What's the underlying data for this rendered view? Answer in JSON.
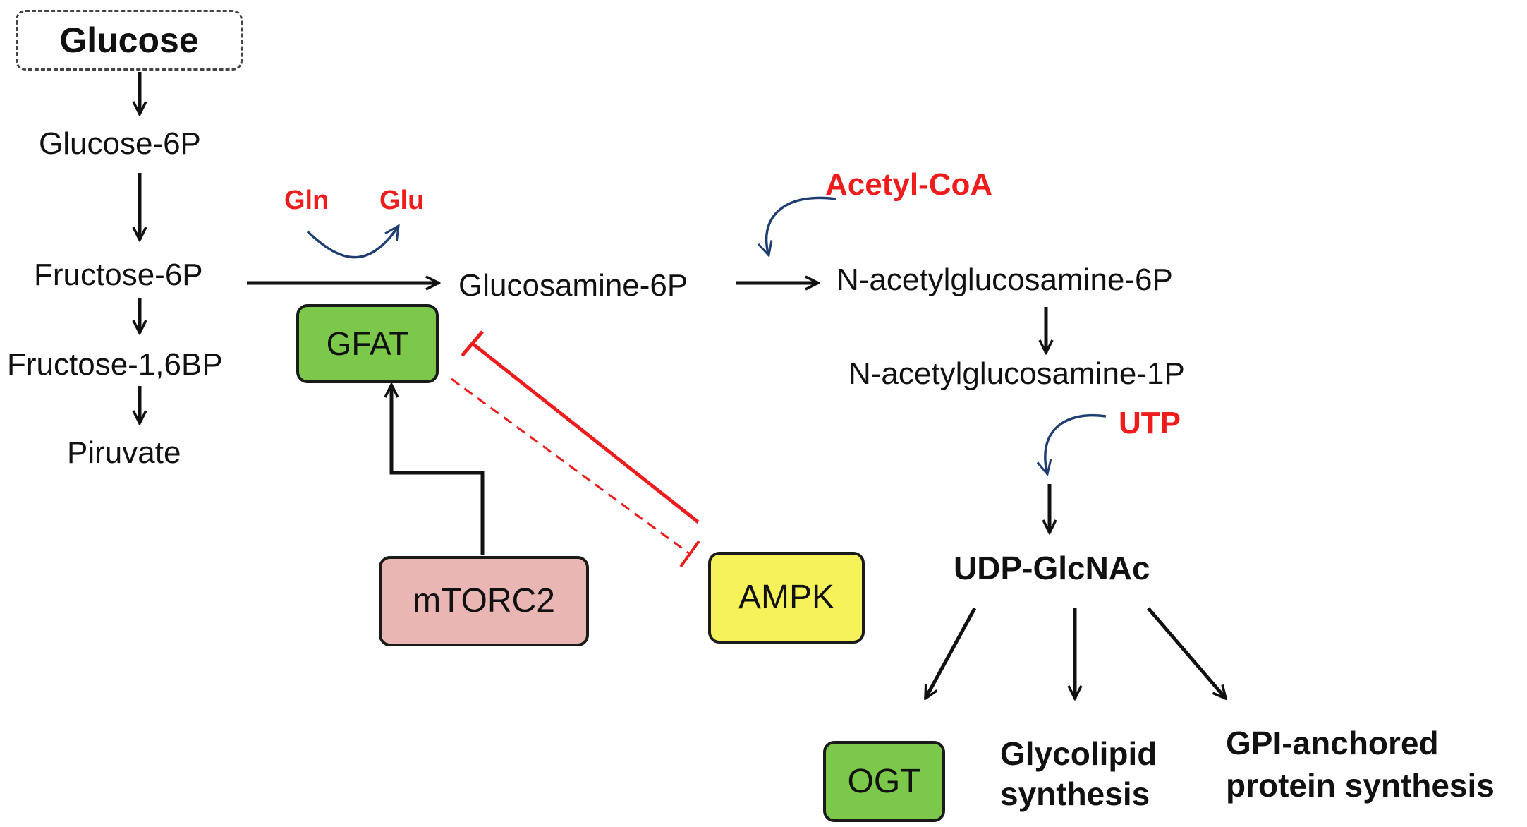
{
  "nodes": {
    "glucose": "Glucose",
    "glucose_6p": "Glucose-6P",
    "fructose_6p": "Fructose-6P",
    "fructose_16bp": "Fructose-1,6BP",
    "piruvate": "Piruvate",
    "glucosamine_6p": "Glucosamine-6P",
    "n_acetylglucosamine_6p": "N-acetylglucosamine-6P",
    "n_acetylglucosamine_1p": "N-acetylglucosamine-1P",
    "udp_glcnac": "UDP-GlcNAc",
    "glycolipid_line1": "Glycolipid",
    "glycolipid_line2": "synthesis",
    "gpi_line1": "GPI-anchored",
    "gpi_line2": "protein synthesis"
  },
  "cofactors": {
    "gln": "Gln",
    "glu": "Glu",
    "acetyl_coa": "Acetyl-CoA",
    "utp": "UTP"
  },
  "enzymes": {
    "gfat": "GFAT",
    "mtorc2": "mTORC2",
    "ampk": "AMPK",
    "ogt": "OGT"
  },
  "colors": {
    "cofactor_text": "#ee1c1c",
    "inhibition": "#ee1c1c",
    "cofactor_arrow": "#1f3f73",
    "arrow": "#111111",
    "gfat_fill": "#7cc84a",
    "ogt_fill": "#7cc84a",
    "mtorc2_fill": "#e9b6b3",
    "ampk_fill": "#f6f35a"
  }
}
